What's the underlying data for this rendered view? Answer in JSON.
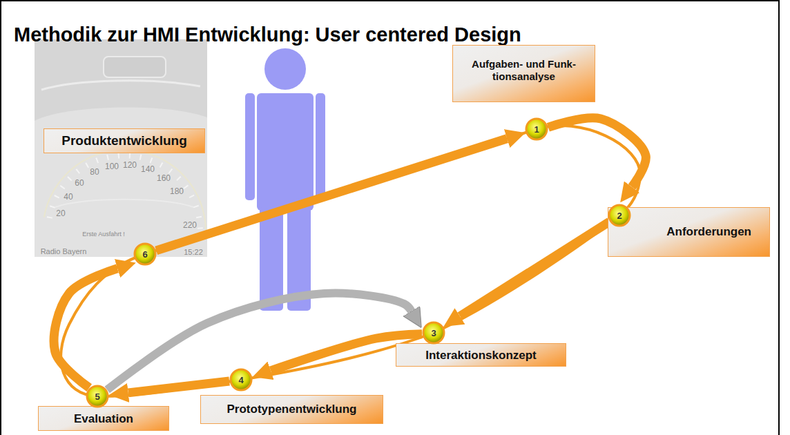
{
  "diagram": {
    "title": "Methodik zur HMI Entwicklung: User centered Design",
    "nodes": [
      {
        "text": [
          "Aufgaben- und Funk- tionsanalyse"
        ]
      },
      {
        "text": [
          "1"
        ]
      },
      {
        "text": [
          "Anforderungen"
        ]
      },
      {
        "text": [
          "2"
        ]
      },
      {
        "text": [
          "Interaktionskonzept"
        ]
      },
      {
        "text": [
          "3"
        ]
      },
      {
        "text": [
          "Prototypenentwicklung"
        ]
      },
      {
        "text": [
          "4"
        ]
      },
      {
        "text": [
          "Evaluation"
        ]
      },
      {
        "text": [
          "5"
        ]
      },
      {
        "text": [
          "Produktentwicklung"
        ]
      },
      {
        "text": [
          "6"
        ]
      }
    ],
    "edges": [
      {
        "from": 1,
        "to": 3,
        "arrow": "to"
      },
      {
        "from": 3,
        "to": 5,
        "arrow": "to"
      },
      {
        "from": 5,
        "to": 7,
        "arrow": "to"
      },
      {
        "from": 7,
        "to": 9,
        "arrow": "to"
      },
      {
        "from": 9,
        "to": 11,
        "arrow": "to"
      },
      {
        "from": 11,
        "to": 1,
        "arrow": "to"
      },
      {
        "from": 9,
        "to": 5,
        "arrow": "to"
      }
    ],
    "labels": [
      "20",
      "40",
      "60",
      "80",
      "100",
      "120",
      "140",
      "160",
      "180",
      "220",
      "Erste Ausfahrt !",
      "Radio Bayern",
      "15:22"
    ]
  }
}
